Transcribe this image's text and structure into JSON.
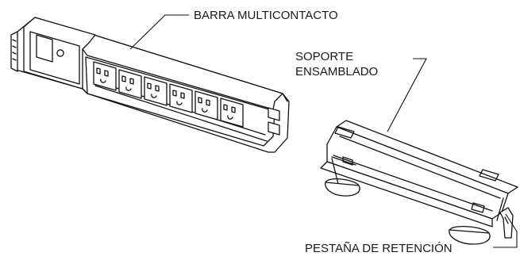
{
  "labels": {
    "power_strip": "BARRA MULTICONTACTO",
    "bracket_line1": "SOPORTE",
    "bracket_line2": "ENSAMBLADO",
    "retention_tab": "PESTAÑA DE RETENCIÓN"
  },
  "outlet_count": 6
}
